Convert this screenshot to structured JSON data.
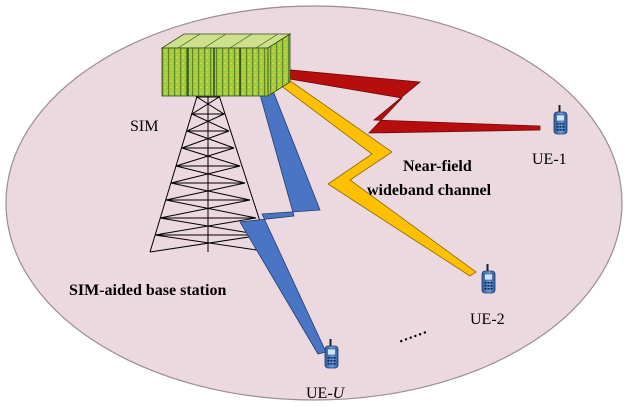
{
  "labels": {
    "sim": "SIM",
    "base_station": "SIM-aided base station",
    "channel_line1": "Near-field",
    "channel_line2": "wideband channel",
    "ue1": "UE-1",
    "ue2": "UE-2",
    "ueU_prefix": "UE-",
    "ueU_italic": "U",
    "ellipsis": "……"
  },
  "colors": {
    "cell_fill": "#ecd8df",
    "cell_stroke": "#9a8d93",
    "bolt_red": "#b80d0d",
    "bolt_yellow": "#ffc000",
    "bolt_blue": "#4a74c4",
    "sim_green": "#9ccc3c",
    "sim_stripe": "#c9c435",
    "sim_dark": "#2f4f20",
    "phone_body": "#3a6fb0",
    "tower_line": "#000000"
  },
  "icons": [
    "sim-panel-icon",
    "tower-icon",
    "phone-icon"
  ]
}
